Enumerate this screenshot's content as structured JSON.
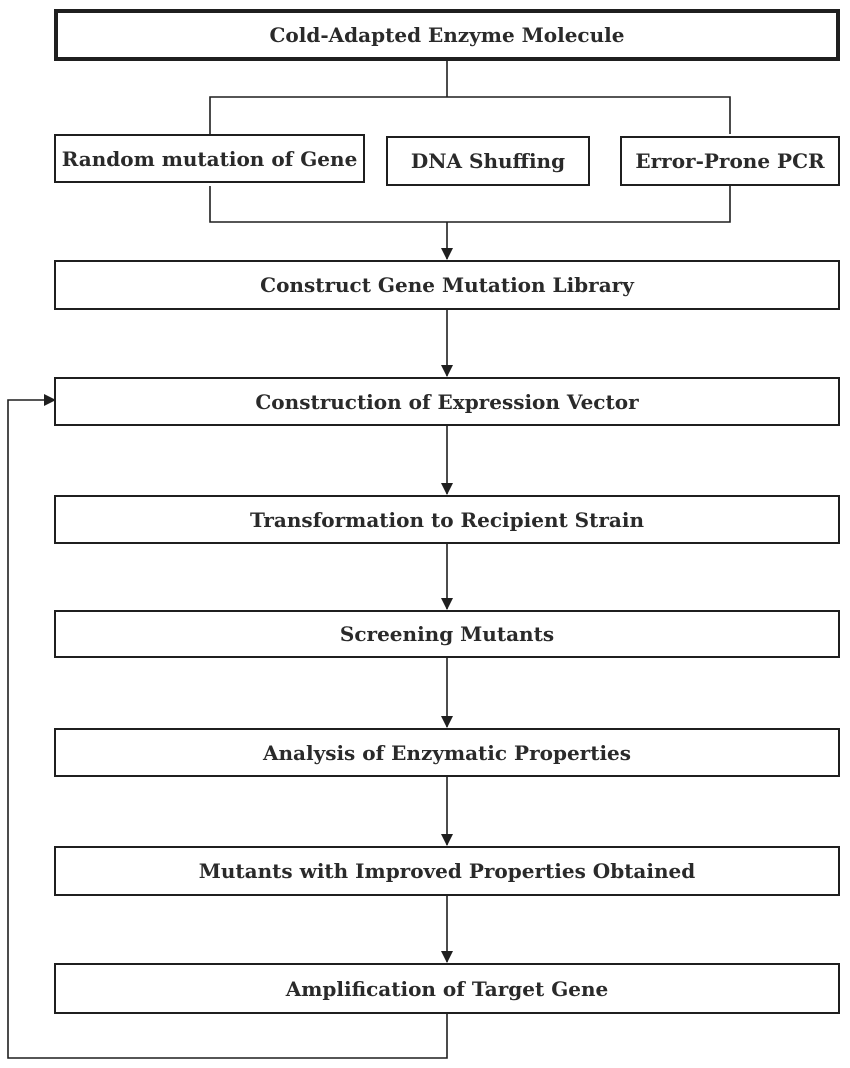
{
  "diagram": {
    "top_node": "Cold-Adapted Enzyme Molecule",
    "methods": [
      "Random mutation of Gene",
      "DNA Shuffing",
      "Error-Prone PCR"
    ],
    "steps": [
      "Construct Gene Mutation Library",
      "Construction of Expression Vector",
      "Transformation to Recipient Strain",
      "Screening Mutants",
      "Analysis of Enzymatic Properties",
      "Mutants with Improved Properties Obtained",
      "Amplification of Target Gene"
    ],
    "feedback_loop": {
      "from": "Amplification of Target Gene",
      "to": "Construction of Expression Vector"
    },
    "colors": {
      "line": "#1f1f1f",
      "text": "#2a2a2a",
      "background": "#ffffff"
    }
  }
}
